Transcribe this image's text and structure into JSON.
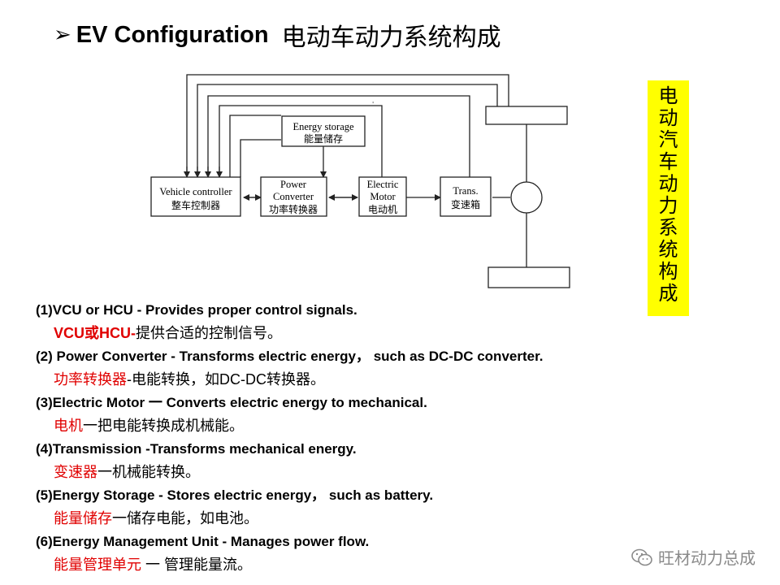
{
  "title": {
    "arrow": "➢",
    "english": "EV Configuration",
    "chinese": "电动车动力系统构成"
  },
  "diagram": {
    "energy_storage": {
      "en": "Energy storage",
      "cn": "能量储存"
    },
    "vehicle_controller": {
      "en": "Vehicle controller",
      "cn": "整车控制器"
    },
    "power_converter": {
      "en1": "Power",
      "en2": "Converter",
      "cn": "功率转换器"
    },
    "electric_motor": {
      "en1": "Electric",
      "en2": "Motor",
      "cn": "电动机"
    },
    "transmission": {
      "en": "Trans.",
      "cn": "变速箱"
    }
  },
  "side_label": [
    "电",
    "动",
    "汽",
    "车",
    "动",
    "力",
    "系",
    "统",
    "构",
    "成"
  ],
  "items": [
    {
      "en": "(1)VCU or HCU - Provides proper control signals.",
      "cn_red": "VCU或HCU-",
      "cn_rest": "提供合适的控制信号。"
    },
    {
      "en": "(2) Power Converter - Transforms electric energy， such as DC-DC converter.",
      "cn_red": "功率转换器",
      "cn_rest": "-电能转换，如DC-DC转换器。"
    },
    {
      "en": "(3)Electric Motor 一 Converts electric energy to mechanical.",
      "cn_red": "电机",
      "cn_rest": "一把电能转换成机械能。"
    },
    {
      "en": "(4)Transmission -Transforms mechanical energy.",
      "cn_red": "变速器",
      "cn_rest": "一机械能转换。"
    },
    {
      "en": "(5)Energy Storage - Stores electric energy， such as battery.",
      "cn_red": "能量储存",
      "cn_rest": "一储存电能，如电池。"
    },
    {
      "en": "(6)Energy Management Unit - Manages power flow.",
      "cn_red": "能量管理单元",
      "cn_rest": " 一 管理能量流。"
    }
  ],
  "watermark": {
    "text": "旺材动力总成"
  }
}
